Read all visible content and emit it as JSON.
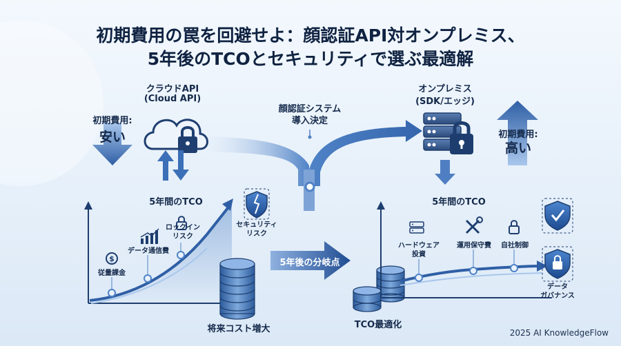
{
  "title": {
    "line1": "初期費用の罠を回避せよ：顔認証API対オンプレミス、",
    "line2": "5年後のTCOとセキュリティで選ぶ最適解"
  },
  "cloud": {
    "name": "クラウドAPI",
    "subname": "(Cloud API)",
    "initial_cost_label": "初期費用:",
    "initial_cost_value": "安い",
    "tco_title": "5年間のTCO",
    "cost_items": [
      "従量課金",
      "データ通信費",
      "ロックイン\nリスク",
      "セキュリティ\nリスク"
    ],
    "result": "将来コスト増大"
  },
  "onprem": {
    "name": "オンプレミス",
    "subname": "(SDK/エッジ)",
    "initial_cost_label": "初期費用:",
    "initial_cost_value": "高い",
    "tco_title": "5年間のTCO",
    "cost_items": [
      "ハードウェア\n投資",
      "運用保守費",
      "自社制御",
      "データ\nガバナンス"
    ],
    "result": "TCO最適化"
  },
  "decision": {
    "label": "顔認証システム\n導入決定",
    "branch": "5年後の分岐点"
  },
  "icons": {
    "cloud": "cloud-lock-icon",
    "server": "server-lock-icon",
    "shield_broken": "broken-shield-icon",
    "shield_check": "shield-check-icon",
    "shield_lock": "shield-lock-icon",
    "dollar": "dollar-coin-icon",
    "bar_chart": "bar-chart-icon",
    "padlock": "padlock-icon",
    "hardware": "hardware-icon",
    "tools": "tools-icon"
  },
  "colors": {
    "navy": "#1d3d6e",
    "accent": "#2f66b3",
    "light": "#8fb6e6"
  },
  "footer": {
    "credit": "2025 AI KnowledgeFlow"
  }
}
